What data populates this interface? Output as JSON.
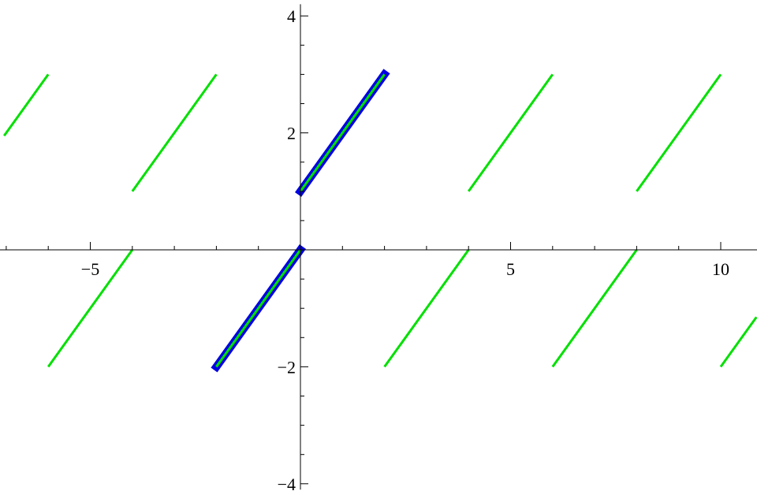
{
  "chart_data": {
    "type": "line",
    "title": "",
    "xlabel": "",
    "ylabel": "",
    "xlim": [
      -7.05,
      10.85
    ],
    "ylim": [
      -4.1,
      4.2
    ],
    "x_ticks": [
      -5,
      5,
      10
    ],
    "x_tick_labels": [
      "−5",
      "5",
      "10"
    ],
    "y_ticks": [
      -4,
      -2,
      2,
      4
    ],
    "y_tick_labels": [
      "−4",
      "−2",
      "2",
      "4"
    ],
    "grid": false,
    "legend": "none",
    "series": [
      {
        "style": "periodic-green",
        "color": "#00e000",
        "segments": [
          [
            [
              -7.05,
              1.95
            ],
            [
              -6,
              3
            ]
          ],
          [
            [
              -6,
              -2
            ],
            [
              -4,
              0
            ]
          ],
          [
            [
              -4,
              1
            ],
            [
              -2,
              3
            ]
          ],
          [
            [
              -2,
              -2
            ],
            [
              0,
              0
            ]
          ],
          [
            [
              0,
              1
            ],
            [
              2,
              3
            ]
          ],
          [
            [
              2,
              -2
            ],
            [
              4,
              0
            ]
          ],
          [
            [
              4,
              1
            ],
            [
              6,
              3
            ]
          ],
          [
            [
              6,
              -2
            ],
            [
              8,
              0
            ]
          ],
          [
            [
              8,
              1
            ],
            [
              10,
              3
            ]
          ],
          [
            [
              10,
              -2
            ],
            [
              10.85,
              -1.15
            ]
          ]
        ]
      },
      {
        "style": "highlighted-period",
        "color": "#0000e0",
        "inner_color": "#00e000",
        "segments": [
          [
            [
              -2,
              -2
            ],
            [
              0,
              0
            ]
          ],
          [
            [
              0,
              1
            ],
            [
              2,
              3
            ]
          ]
        ]
      }
    ]
  }
}
